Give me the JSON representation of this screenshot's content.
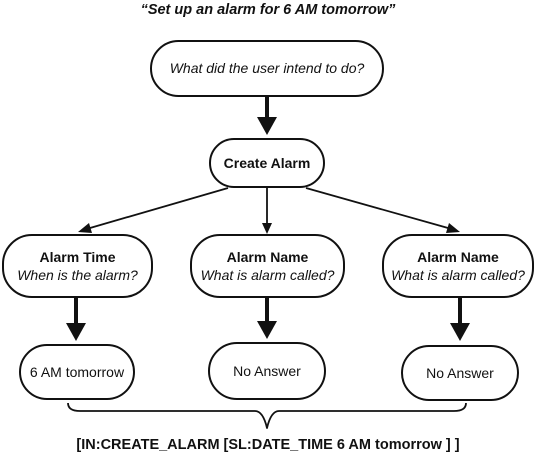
{
  "title": "“Set up an alarm for 6 AM tomorrow”",
  "root": {
    "text": "What did the user intend to do?"
  },
  "intent": {
    "label": "Create Alarm"
  },
  "slots": [
    {
      "title": "Alarm Time",
      "question": "When is the alarm?",
      "answer": "6 AM tomorrow"
    },
    {
      "title": "Alarm Name",
      "question": "What is alarm called?",
      "answer": "No Answer"
    },
    {
      "title": "Alarm Name",
      "question": "What is alarm called?",
      "answer": "No Answer"
    }
  ],
  "output": "[IN:CREATE_ALARM [SL:DATE_TIME 6 AM tomorrow ] ]"
}
